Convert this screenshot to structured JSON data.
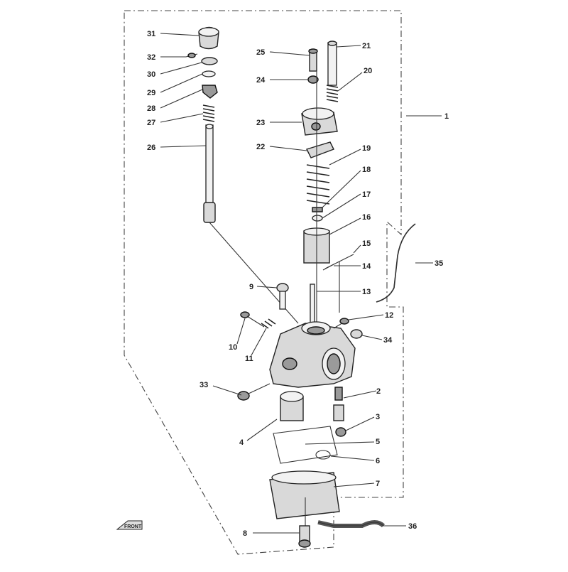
{
  "diagram": {
    "callouts": [
      {
        "id": "c31",
        "text": "31"
      },
      {
        "id": "c32",
        "text": "32"
      },
      {
        "id": "c30",
        "text": "30"
      },
      {
        "id": "c29",
        "text": "29"
      },
      {
        "id": "c28",
        "text": "28"
      },
      {
        "id": "c27",
        "text": "27"
      },
      {
        "id": "c26",
        "text": "26"
      },
      {
        "id": "c25",
        "text": "25"
      },
      {
        "id": "c21",
        "text": "21"
      },
      {
        "id": "c24",
        "text": "24"
      },
      {
        "id": "c20",
        "text": "20"
      },
      {
        "id": "c23",
        "text": "23"
      },
      {
        "id": "c22",
        "text": "22"
      },
      {
        "id": "c19",
        "text": "19"
      },
      {
        "id": "c18",
        "text": "18"
      },
      {
        "id": "c17",
        "text": "17"
      },
      {
        "id": "c16",
        "text": "16"
      },
      {
        "id": "c15",
        "text": "15"
      },
      {
        "id": "c14",
        "text": "14"
      },
      {
        "id": "c13",
        "text": "13"
      },
      {
        "id": "c9",
        "text": "9"
      },
      {
        "id": "c12",
        "text": "12"
      },
      {
        "id": "c34",
        "text": "34"
      },
      {
        "id": "c10",
        "text": "10"
      },
      {
        "id": "c11",
        "text": "11"
      },
      {
        "id": "c33",
        "text": "33"
      },
      {
        "id": "c2",
        "text": "2"
      },
      {
        "id": "c3",
        "text": "3"
      },
      {
        "id": "c4",
        "text": "4"
      },
      {
        "id": "c5",
        "text": "5"
      },
      {
        "id": "c6",
        "text": "6"
      },
      {
        "id": "c7",
        "text": "7"
      },
      {
        "id": "c8",
        "text": "8"
      },
      {
        "id": "c36",
        "text": "36"
      },
      {
        "id": "c35",
        "text": "35"
      },
      {
        "id": "c1",
        "text": "1"
      }
    ],
    "front_label": "FRONT"
  }
}
